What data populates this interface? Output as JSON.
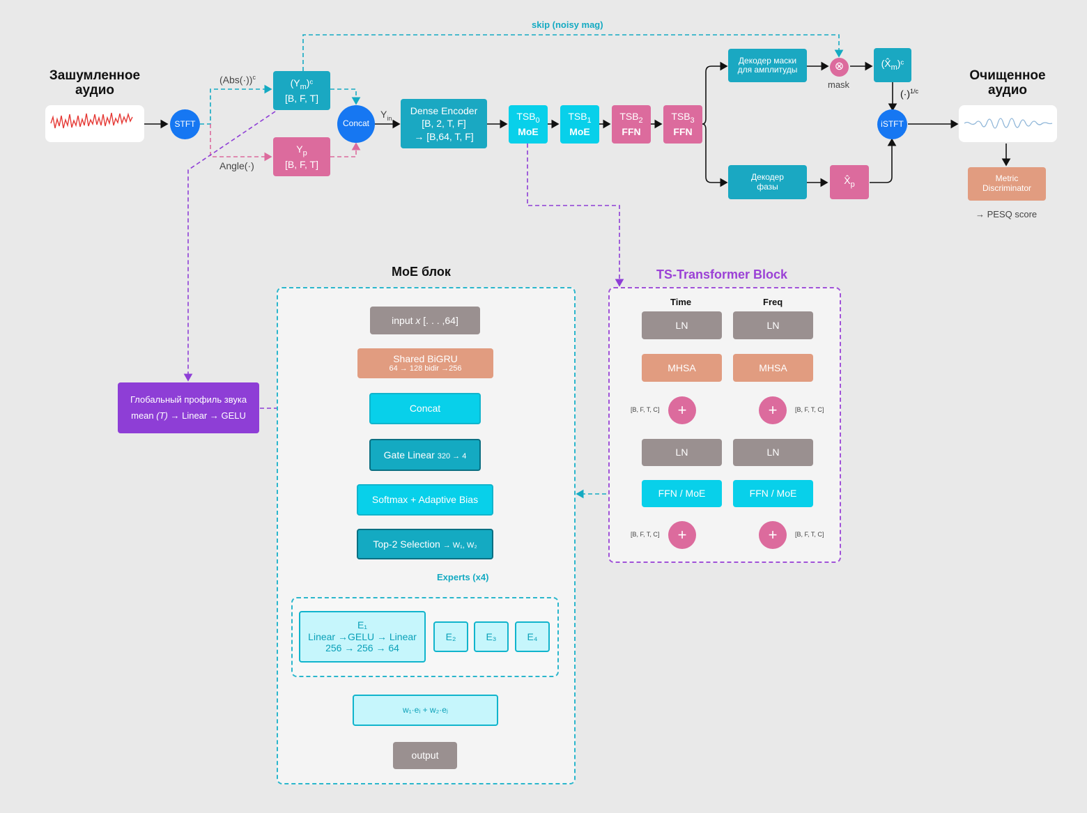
{
  "io": {
    "input_line1": "Зашумленное",
    "input_line2": "аудио",
    "output_line1": "Очищенное",
    "output_line2": "аудио"
  },
  "labels": {
    "skip": "skip (noisy mag)",
    "abs": "(Abs(·))",
    "abs_sup": "c",
    "angle": "Angle(·)",
    "yin": "Y",
    "yin_sub": "in",
    "mask": "mask",
    "inv_pow": "(·)",
    "inv_pow_sup": "1/c",
    "pesq": "→ PESQ score",
    "moe_title": "MoE блок",
    "ts_title": "TS-Transformer Block",
    "time": "Time",
    "freq": "Freq",
    "experts": "Experts (x4)",
    "bftc": "[B, F, T, C]"
  },
  "top": {
    "stft": "STFT",
    "ym_line1": "(Y",
    "ym_sub": "m",
    "ym_sup": ")ᶜ",
    "ym_line2": "[B, F, T]",
    "yp_line1": "Y",
    "yp_sub": "p",
    "yp_line2": "[B, F, T]",
    "concat": "Concat",
    "dense_line1": "Dense Encoder",
    "dense_line2": "[B, 2, T, F]",
    "dense_line3": "→ [B,64, T, F]",
    "tsb0_line1": "TSB",
    "tsb0_sub": "0",
    "tsb0_line2": "MoE",
    "tsb1_line1": "TSB",
    "tsb1_sub": "1",
    "tsb1_line2": "MoE",
    "tsb2_line1": "TSB",
    "tsb2_sub": "2",
    "tsb2_line2": "FFN",
    "tsb3_line1": "TSB",
    "tsb3_sub": "3",
    "tsb3_line2": "FFN",
    "mask_dec_line1": "Декодер маски",
    "mask_dec_line2": "для амплитуды",
    "phase_dec_line1": "Декодер",
    "phase_dec_line2": "фазы",
    "xm": "(X̂",
    "xm_sub": "m",
    "xm_sup": ")ᶜ",
    "xp": "X̂",
    "xp_sub": "p",
    "istft": "iSTFT",
    "metric_line1": "Metric",
    "metric_line2": "Discriminator",
    "multiply": "⊗"
  },
  "global_profile": {
    "line1": "Глобальный профиль звука",
    "line2_a": "mean ",
    "line2_b": "(T)",
    "line2_c": " → Linear → GELU"
  },
  "moe": {
    "input_a": "input ",
    "input_b": "x",
    "input_c": " [. . . ,64]",
    "bigru_line1": "Shared BiGRU",
    "bigru_line2": "64 → 128 bidir →256",
    "concat": "Concat",
    "gate": "Gate Linear",
    "gate_sub": "320 → 4",
    "softmax": "Softmax + Adaptive Bias",
    "top2": "Top-2 Selection",
    "top2_sub": "→ W₁, W₂",
    "e1_line1": "E₁",
    "e1_line2": "Linear →GELU → Linear",
    "e1_line3": "256 → 256 → 64",
    "e2": "E₂",
    "e3": "E₃",
    "e4": "E₄",
    "combine": "w₁·eᵢ + w₂·eⱼ",
    "output": "output"
  },
  "ts": {
    "ln": "LN",
    "mhsa": "MHSA",
    "ffn": "FFN / MoE",
    "plus": "+"
  },
  "colors": {
    "teal": "#1aa8c2",
    "cyan": "#08d0ea",
    "pink": "#dc6b9d",
    "salmon": "#e19c80",
    "gray": "#9a9090",
    "purple": "#8e3ed6",
    "blue": "#1677f2"
  }
}
